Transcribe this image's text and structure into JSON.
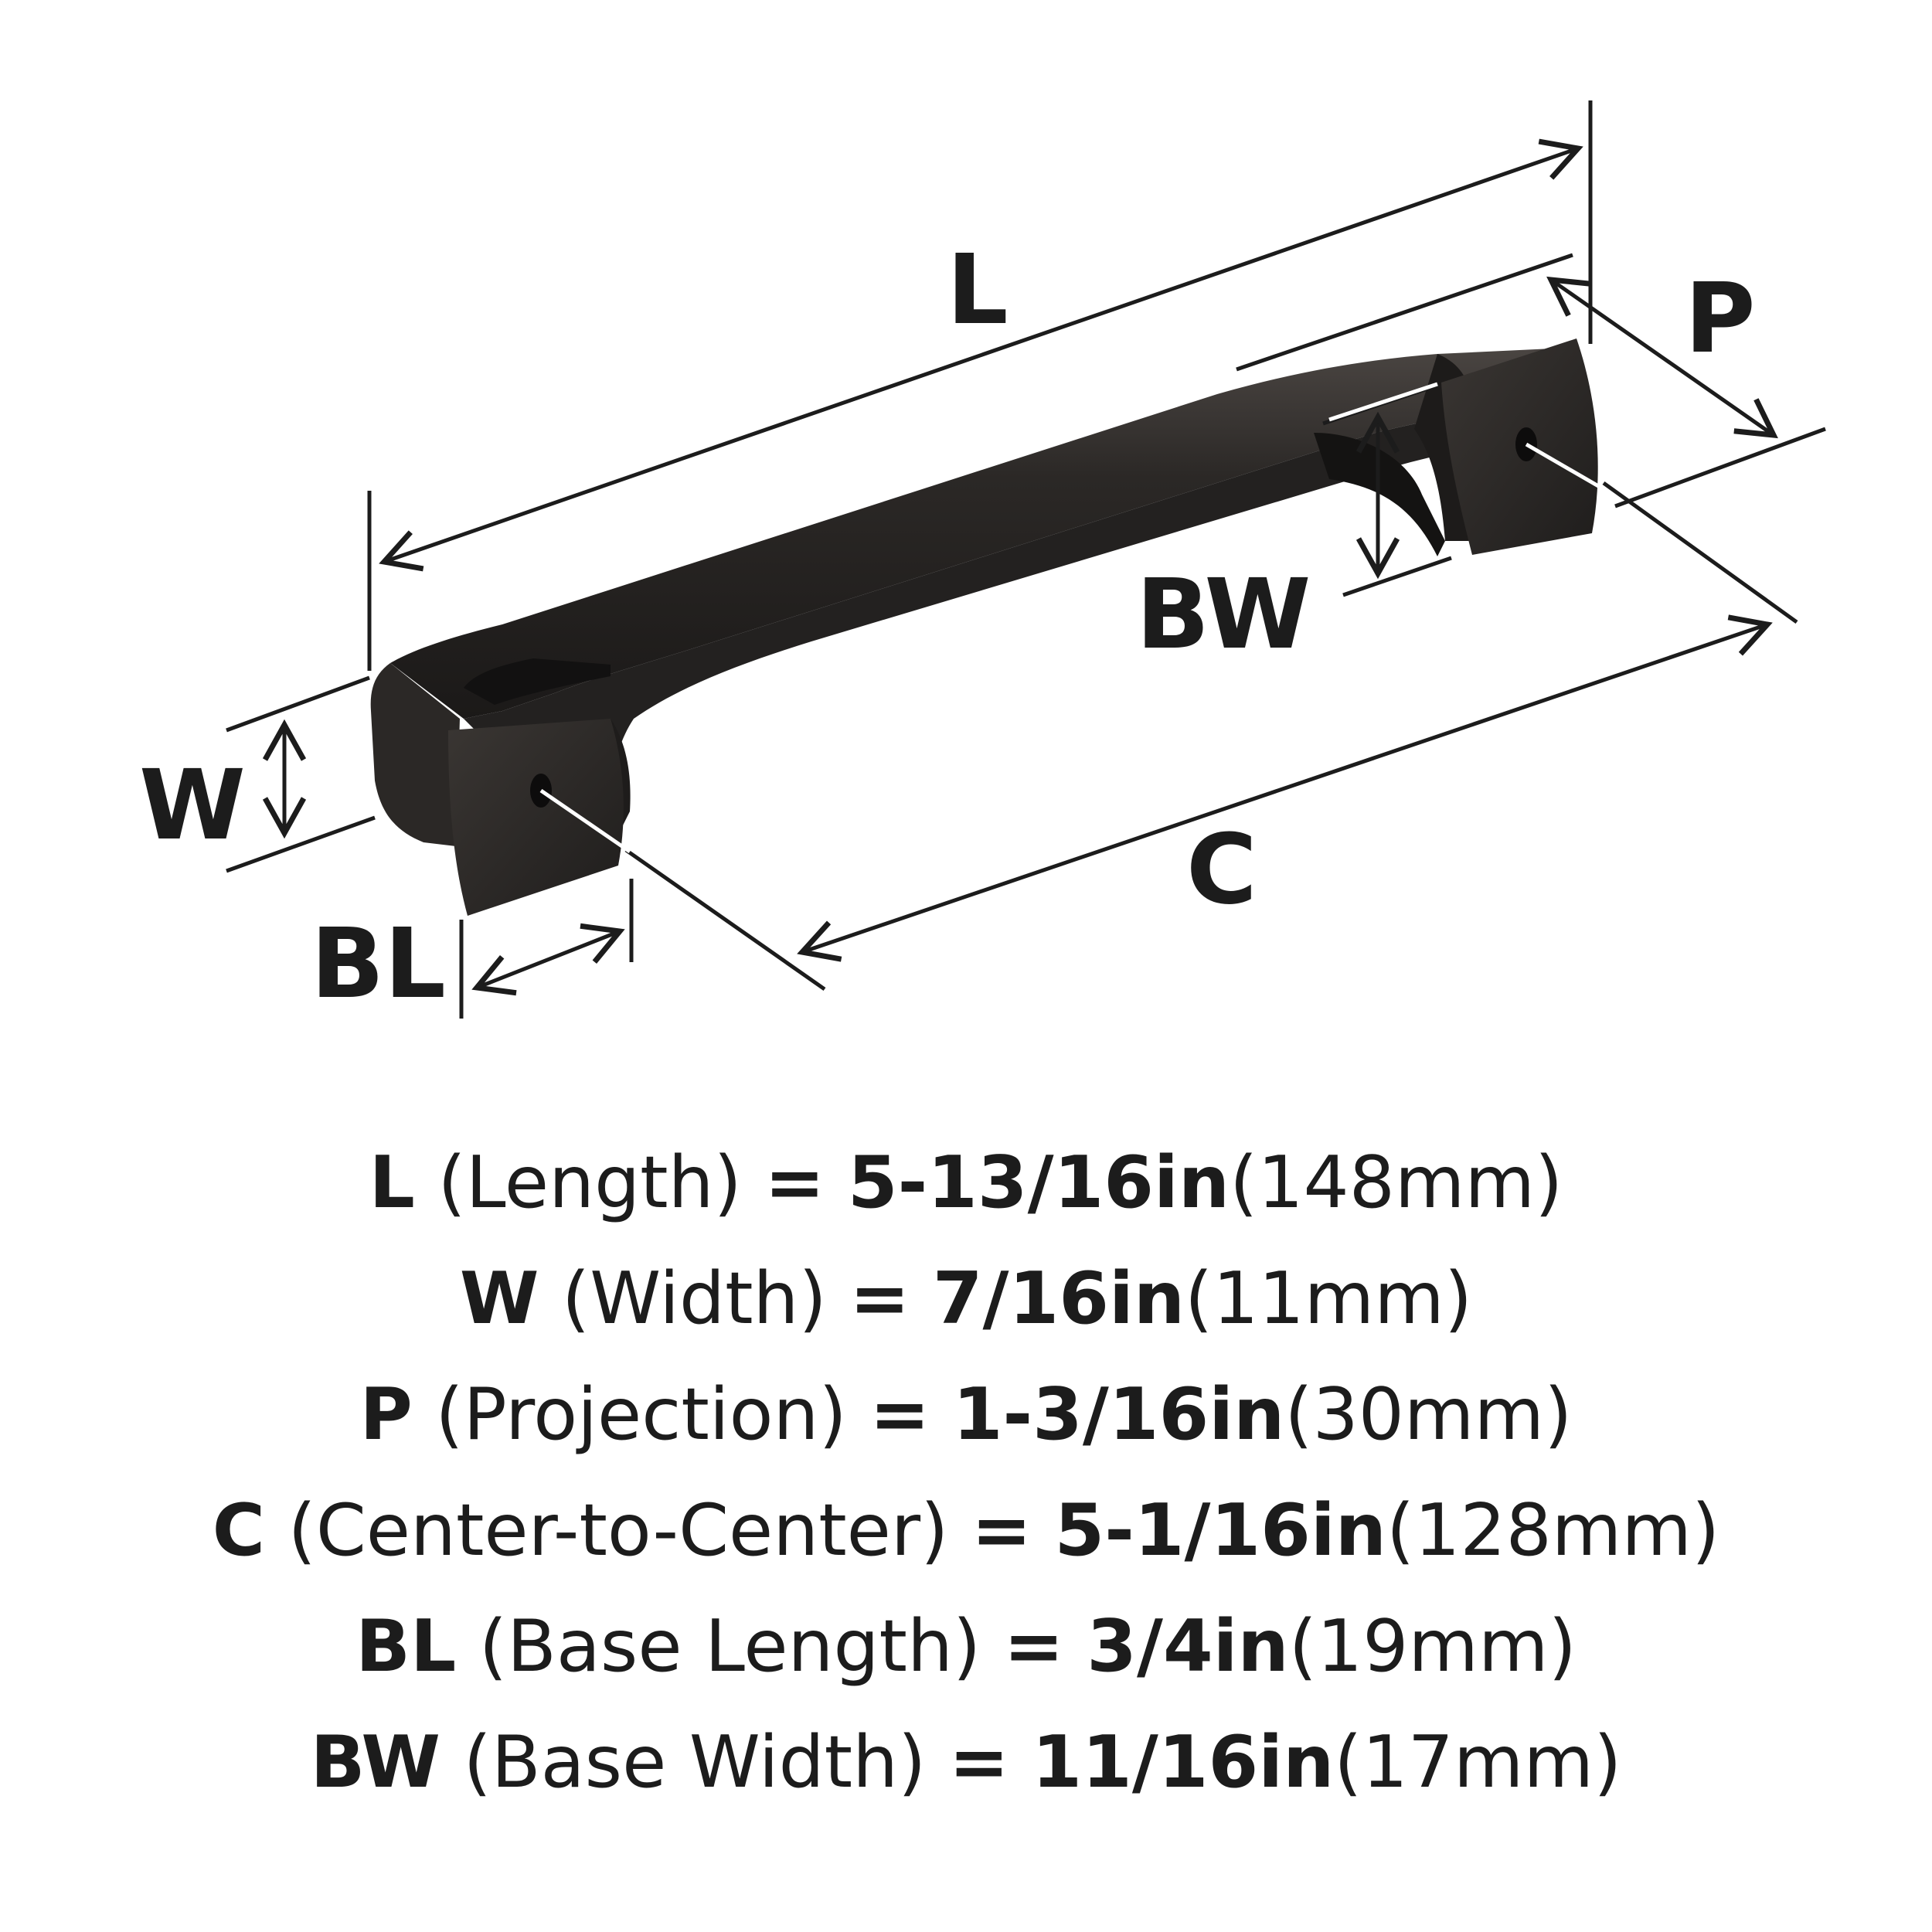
{
  "diagram": {
    "labels": {
      "L": "L",
      "P": "P",
      "BW": "BW",
      "W": "W",
      "C": "C",
      "BL": "BL"
    },
    "colors": {
      "handle": "#2b2826",
      "handle_highlight": "#4a4542",
      "handle_shadow": "#1b1918",
      "line": "#1c1c1c",
      "center_line": "#ffffff"
    }
  },
  "specs": [
    {
      "code": "L",
      "name": "(Length)",
      "eq": "=",
      "imperial": "5-13/16in",
      "metric": "(148mm)"
    },
    {
      "code": "W",
      "name": "(Width)",
      "eq": "=",
      "imperial": "7/16in",
      "metric": "(11mm)"
    },
    {
      "code": "P",
      "name": "(Projection)",
      "eq": "=",
      "imperial": "1-3/16in",
      "metric": "(30mm)"
    },
    {
      "code": "C",
      "name": "(Center-to-Center)",
      "eq": "=",
      "imperial": "5-1/16in",
      "metric": "(128mm)"
    },
    {
      "code": "BL",
      "name": "(Base Length)",
      "eq": "=",
      "imperial": "3/4in",
      "metric": "(19mm)"
    },
    {
      "code": "BW",
      "name": "(Base Width)",
      "eq": "=",
      "imperial": "11/16in",
      "metric": "(17mm)"
    }
  ]
}
